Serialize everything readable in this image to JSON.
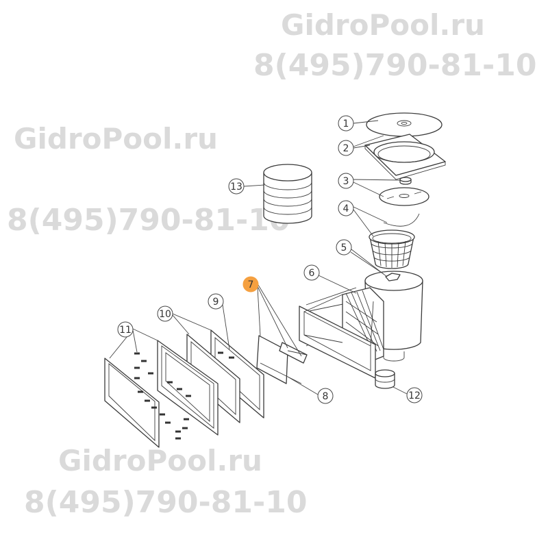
{
  "diagram": {
    "type": "exploded parts diagram",
    "callouts": [
      {
        "label": "1",
        "part": "lid"
      },
      {
        "label": "2",
        "part": "lid-frame"
      },
      {
        "label": "3",
        "part": "float-plate"
      },
      {
        "label": "4",
        "part": "basket"
      },
      {
        "label": "5",
        "part": "skimmer-body"
      },
      {
        "label": "6",
        "part": "throat-extension"
      },
      {
        "label": "7",
        "part": "weir-flap",
        "highlighted": true
      },
      {
        "label": "8",
        "part": "weir-axle"
      },
      {
        "label": "9",
        "part": "gasket"
      },
      {
        "label": "10",
        "part": "gaskets"
      },
      {
        "label": "11",
        "part": "face-plate-screws"
      },
      {
        "label": "12",
        "part": "plug"
      },
      {
        "label": "13",
        "part": "extension-collar"
      }
    ],
    "colors": {
      "line": "#3a3a3a",
      "highlight": "#f5a040",
      "watermark": "#d4d4d4"
    }
  },
  "watermarks": [
    {
      "site": "GidroPool.ru",
      "phone": "8(495)790-81-10"
    },
    {
      "site": "GidroPool.ru",
      "phone": "8(495)790-81-10"
    },
    {
      "site": "GidroPool.ru",
      "phone": "8(495)790-81-10"
    }
  ]
}
